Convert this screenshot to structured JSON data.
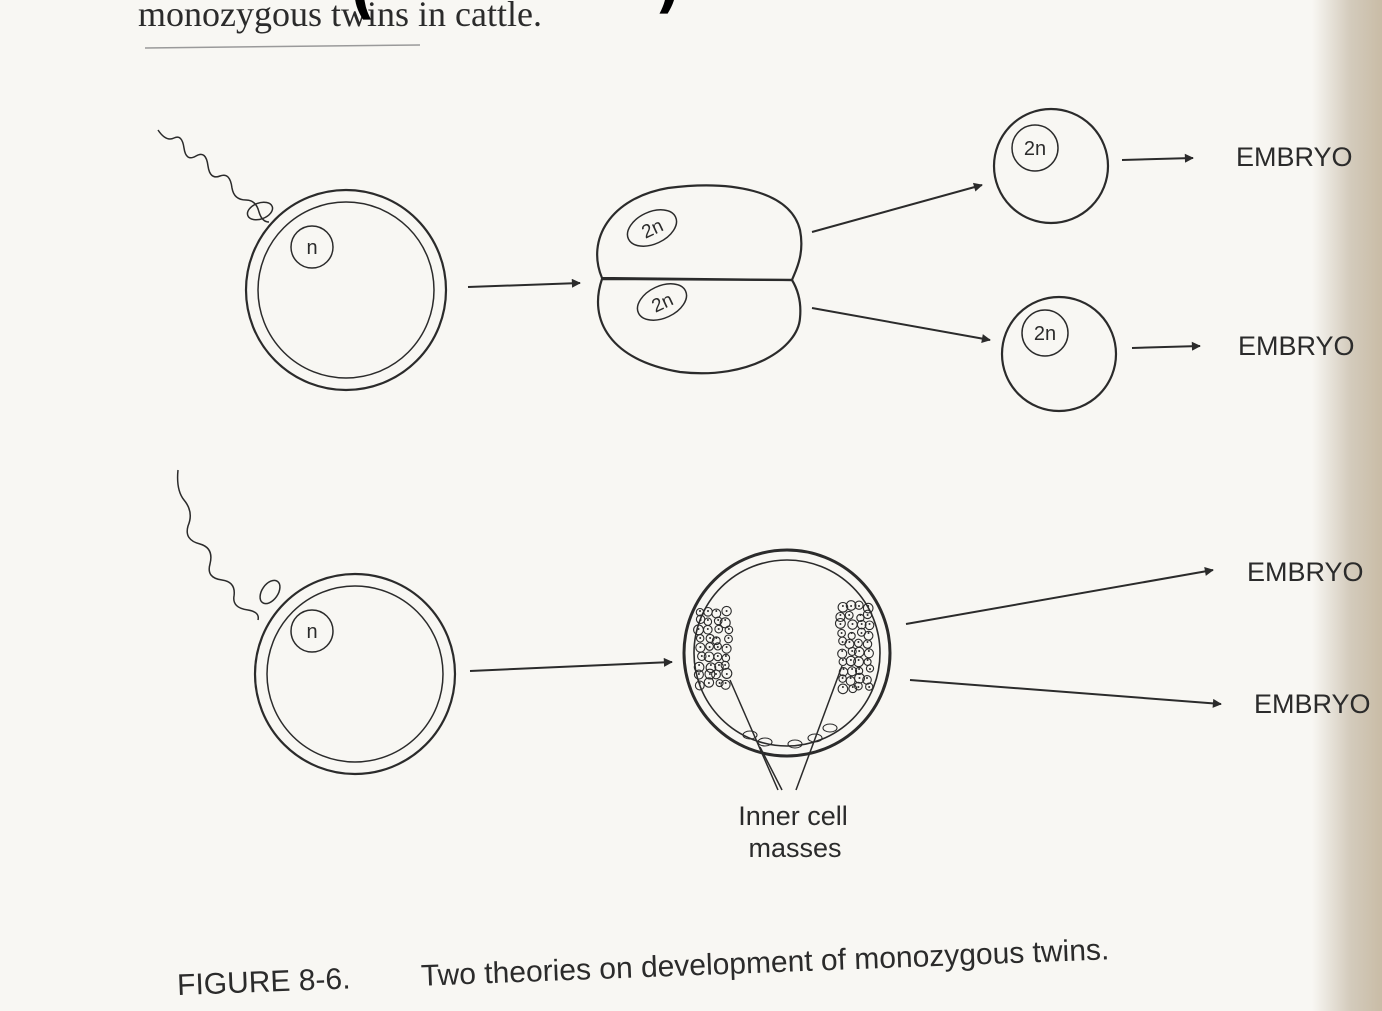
{
  "header_text": "monozygous twins in cattle.",
  "overlay_glyphs": {
    "left": "(",
    "right": ")"
  },
  "nucleus_haploid": "n",
  "nucleus_diploid": "2n",
  "embryo_label": "EMBRYO",
  "inner_cell_label_line1": "Inner cell",
  "inner_cell_label_line2": "masses",
  "caption_number": "FIGURE 8-6.",
  "caption_text": "Two theories on development of monozygous twins.",
  "colors": {
    "ink": "#2b2b2b",
    "paper": "#f8f7f3",
    "edge_shade": "#c9bca6"
  }
}
